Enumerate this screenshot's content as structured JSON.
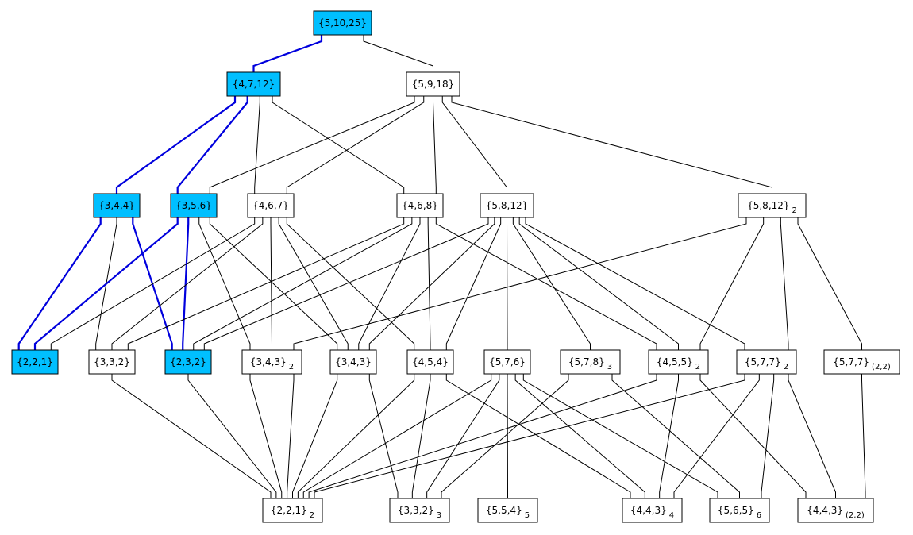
{
  "colors": {
    "highlight_fill": "#00bfff",
    "highlight_edge": "#0000dd",
    "edge": "#000000",
    "node_fill": "#ffffff"
  },
  "nodes": [
    {
      "id": "n5_10_25",
      "label": "{5,10,25}",
      "sub": "",
      "highlight": true
    },
    {
      "id": "n4_7_12",
      "label": "{4,7,12}",
      "sub": "",
      "highlight": true
    },
    {
      "id": "n5_9_18",
      "label": "{5,9,18}",
      "sub": "",
      "highlight": false
    },
    {
      "id": "n3_4_4",
      "label": "{3,4,4}",
      "sub": "",
      "highlight": true
    },
    {
      "id": "n3_5_6",
      "label": "{3,5,6}",
      "sub": "",
      "highlight": true
    },
    {
      "id": "n4_6_7",
      "label": "{4,6,7}",
      "sub": "",
      "highlight": false
    },
    {
      "id": "n4_6_8",
      "label": "{4,6,8}",
      "sub": "",
      "highlight": false
    },
    {
      "id": "n5_8_12",
      "label": "{5,8,12}",
      "sub": "",
      "highlight": false
    },
    {
      "id": "n5_8_12_2",
      "label": "{5,8,12}",
      "sub": "2",
      "highlight": false
    },
    {
      "id": "n2_2_1",
      "label": "{2,2,1}",
      "sub": "",
      "highlight": true
    },
    {
      "id": "n3_3_2",
      "label": "{3,3,2}",
      "sub": "",
      "highlight": false
    },
    {
      "id": "n2_3_2",
      "label": "{2,3,2}",
      "sub": "",
      "highlight": true
    },
    {
      "id": "n3_4_3_2",
      "label": "{3,4,3}",
      "sub": "2",
      "highlight": false
    },
    {
      "id": "n3_4_3",
      "label": "{3,4,3}",
      "sub": "",
      "highlight": false
    },
    {
      "id": "n4_5_4",
      "label": "{4,5,4}",
      "sub": "",
      "highlight": false
    },
    {
      "id": "n5_7_6",
      "label": "{5,7,6}",
      "sub": "",
      "highlight": false
    },
    {
      "id": "n5_7_8_3",
      "label": "{5,7,8}",
      "sub": "3",
      "highlight": false
    },
    {
      "id": "n4_5_5_2",
      "label": "{4,5,5}",
      "sub": "2",
      "highlight": false
    },
    {
      "id": "n5_7_7_2",
      "label": "{5,7,7}",
      "sub": "2",
      "highlight": false
    },
    {
      "id": "n5_7_7_22",
      "label": "{5,7,7}",
      "sub": "(2,2)",
      "highlight": false
    },
    {
      "id": "n2_2_1_2",
      "label": "{2,2,1}",
      "sub": "2",
      "highlight": false
    },
    {
      "id": "n3_3_2_3",
      "label": "{3,3,2}",
      "sub": "3",
      "highlight": false
    },
    {
      "id": "n5_5_4_5",
      "label": "{5,5,4}",
      "sub": "5",
      "highlight": false
    },
    {
      "id": "n4_4_3_4",
      "label": "{4,4,3}",
      "sub": "4",
      "highlight": false
    },
    {
      "id": "n5_6_5_6",
      "label": "{5,6,5}",
      "sub": "6",
      "highlight": false
    },
    {
      "id": "n4_4_3_22",
      "label": "{4,4,3}",
      "sub": "(2,2)",
      "highlight": false
    }
  ],
  "edges": [
    {
      "from": "n5_10_25",
      "to": "n4_7_12",
      "highlight": true
    },
    {
      "from": "n5_10_25",
      "to": "n5_9_18",
      "highlight": false
    },
    {
      "from": "n4_7_12",
      "to": "n3_4_4",
      "highlight": true
    },
    {
      "from": "n4_7_12",
      "to": "n3_5_6",
      "highlight": true
    },
    {
      "from": "n4_7_12",
      "to": "n4_6_7",
      "highlight": false
    },
    {
      "from": "n4_7_12",
      "to": "n4_6_8",
      "highlight": false
    },
    {
      "from": "n5_9_18",
      "to": "n3_5_6",
      "highlight": false
    },
    {
      "from": "n5_9_18",
      "to": "n4_6_7",
      "highlight": false
    },
    {
      "from": "n5_9_18",
      "to": "n4_6_8",
      "highlight": false
    },
    {
      "from": "n5_9_18",
      "to": "n5_8_12",
      "highlight": false
    },
    {
      "from": "n5_9_18",
      "to": "n5_8_12_2",
      "highlight": false
    },
    {
      "from": "n3_4_4",
      "to": "n2_2_1",
      "highlight": true
    },
    {
      "from": "n3_4_4",
      "to": "n3_3_2",
      "highlight": false
    },
    {
      "from": "n3_4_4",
      "to": "n2_3_2",
      "highlight": true
    },
    {
      "from": "n3_5_6",
      "to": "n2_2_1",
      "highlight": true
    },
    {
      "from": "n3_5_6",
      "to": "n2_3_2",
      "highlight": true
    },
    {
      "from": "n3_5_6",
      "to": "n3_4_3_2",
      "highlight": false
    },
    {
      "from": "n3_5_6",
      "to": "n3_4_3",
      "highlight": false
    },
    {
      "from": "n4_6_7",
      "to": "n2_2_1",
      "highlight": false
    },
    {
      "from": "n4_6_7",
      "to": "n3_3_2",
      "highlight": false
    },
    {
      "from": "n4_6_7",
      "to": "n3_4_3_2",
      "highlight": false
    },
    {
      "from": "n4_6_7",
      "to": "n3_4_3",
      "highlight": false
    },
    {
      "from": "n4_6_7",
      "to": "n4_5_4",
      "highlight": false
    },
    {
      "from": "n4_6_8",
      "to": "n2_3_2",
      "highlight": false
    },
    {
      "from": "n4_6_8",
      "to": "n3_3_2",
      "highlight": false
    },
    {
      "from": "n4_6_8",
      "to": "n3_4_3",
      "highlight": false
    },
    {
      "from": "n4_6_8",
      "to": "n4_5_4",
      "highlight": false
    },
    {
      "from": "n4_6_8",
      "to": "n4_5_5_2",
      "highlight": false
    },
    {
      "from": "n5_8_12",
      "to": "n2_3_2",
      "highlight": false
    },
    {
      "from": "n5_8_12",
      "to": "n3_4_3",
      "highlight": false
    },
    {
      "from": "n5_8_12",
      "to": "n4_5_4",
      "highlight": false
    },
    {
      "from": "n5_8_12",
      "to": "n5_7_6",
      "highlight": false
    },
    {
      "from": "n5_8_12",
      "to": "n5_7_8_3",
      "highlight": false
    },
    {
      "from": "n5_8_12",
      "to": "n4_5_5_2",
      "highlight": false
    },
    {
      "from": "n5_8_12",
      "to": "n5_7_7_2",
      "highlight": false
    },
    {
      "from": "n5_8_12_2",
      "to": "n3_4_3_2",
      "highlight": false
    },
    {
      "from": "n5_8_12_2",
      "to": "n4_5_5_2",
      "highlight": false
    },
    {
      "from": "n5_8_12_2",
      "to": "n5_7_7_2",
      "highlight": false
    },
    {
      "from": "n5_8_12_2",
      "to": "n5_7_7_22",
      "highlight": false
    },
    {
      "from": "n3_3_2",
      "to": "n2_2_1_2",
      "highlight": false
    },
    {
      "from": "n2_3_2",
      "to": "n2_2_1_2",
      "highlight": false
    },
    {
      "from": "n3_4_3_2",
      "to": "n2_2_1_2",
      "highlight": false
    },
    {
      "from": "n3_4_3_2",
      "to": "n2_2_1_2",
      "highlight": false
    },
    {
      "from": "n3_4_3",
      "to": "n2_2_1_2",
      "highlight": false
    },
    {
      "from": "n3_4_3",
      "to": "n3_3_2_3",
      "highlight": false
    },
    {
      "from": "n4_5_4",
      "to": "n2_2_1_2",
      "highlight": false
    },
    {
      "from": "n4_5_4",
      "to": "n3_3_2_3",
      "highlight": false
    },
    {
      "from": "n4_5_4",
      "to": "n4_4_3_4",
      "highlight": false
    },
    {
      "from": "n5_7_6",
      "to": "n2_2_1_2",
      "highlight": false
    },
    {
      "from": "n5_7_6",
      "to": "n3_3_2_3",
      "highlight": false
    },
    {
      "from": "n5_7_6",
      "to": "n5_5_4_5",
      "highlight": false
    },
    {
      "from": "n5_7_6",
      "to": "n4_4_3_4",
      "highlight": false
    },
    {
      "from": "n5_7_6",
      "to": "n5_6_5_6",
      "highlight": false
    },
    {
      "from": "n5_7_8_3",
      "to": "n3_3_2_3",
      "highlight": false
    },
    {
      "from": "n5_7_8_3",
      "to": "n5_6_5_6",
      "highlight": false
    },
    {
      "from": "n4_5_5_2",
      "to": "n2_2_1_2",
      "highlight": false
    },
    {
      "from": "n4_5_5_2",
      "to": "n4_4_3_4",
      "highlight": false
    },
    {
      "from": "n4_5_5_2",
      "to": "n4_4_3_22",
      "highlight": false
    },
    {
      "from": "n5_7_7_2",
      "to": "n2_2_1_2",
      "highlight": false
    },
    {
      "from": "n5_7_7_2",
      "to": "n4_4_3_4",
      "highlight": false
    },
    {
      "from": "n5_7_7_2",
      "to": "n5_6_5_6",
      "highlight": false
    },
    {
      "from": "n5_7_7_2",
      "to": "n4_4_3_22",
      "highlight": false
    },
    {
      "from": "n5_7_7_22",
      "to": "n4_4_3_22",
      "highlight": false
    }
  ]
}
